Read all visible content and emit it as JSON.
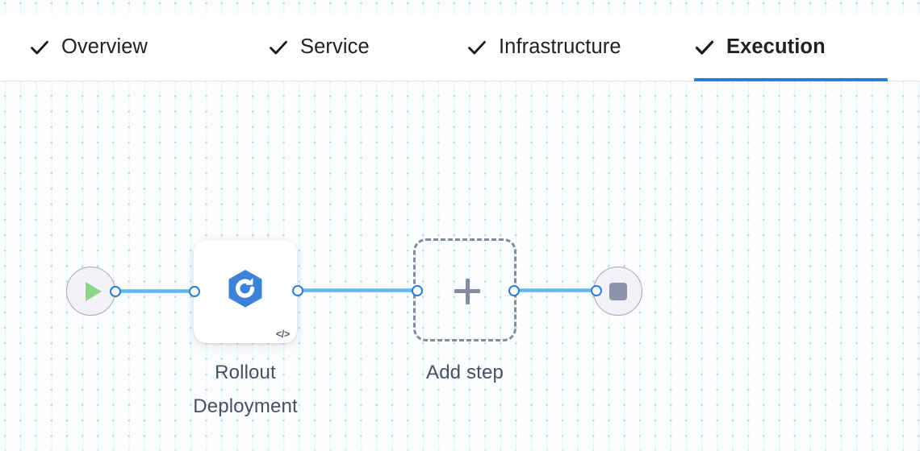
{
  "header": {
    "tabs": [
      {
        "id": "overview",
        "label": "Overview",
        "icon": "check-icon",
        "completed": true,
        "active": false
      },
      {
        "id": "service",
        "label": "Service",
        "icon": "check-icon",
        "completed": true,
        "active": false
      },
      {
        "id": "infrastructure",
        "label": "Infrastructure",
        "icon": "check-icon",
        "completed": true,
        "active": false
      },
      {
        "id": "execution",
        "label": "Execution",
        "icon": "check-icon",
        "completed": true,
        "active": true
      }
    ],
    "active_tab": "Execution",
    "active_underline_color": "#2b7cd3"
  },
  "canvas": {
    "background_color": "#fbfdff",
    "grid": "dotted",
    "nodes": [
      {
        "id": "start",
        "type": "start-node",
        "icon": "play-icon",
        "label": "",
        "icon_color": "#8fd48b",
        "fill_color": "#f3f2f8",
        "border_color": "#a9a6bd"
      },
      {
        "id": "rollout-deployment",
        "type": "step-node",
        "icon": "rollout-deployment-icon",
        "badge_icon": "code-icon",
        "badge_text": "</>",
        "label": "Rollout\nDeployment",
        "icon_color": "#3b82d8"
      },
      {
        "id": "add-step",
        "type": "add-node",
        "icon": "plus-icon",
        "label": "Add step",
        "border_color": "#878aa0"
      },
      {
        "id": "end",
        "type": "end-node",
        "icon": "stop-icon",
        "label": "",
        "icon_color": "#8e92ab",
        "fill_color": "#f3f2f8",
        "border_color": "#a9a6bd"
      }
    ],
    "edges": [
      {
        "id": "edge-start-rollout",
        "from": "start",
        "to": "rollout-deployment",
        "color": "#63b8f0"
      },
      {
        "id": "edge-rollout-add",
        "from": "rollout-deployment",
        "to": "add-step",
        "color": "#63b8f0"
      },
      {
        "id": "edge-add-end",
        "from": "add-step",
        "to": "end",
        "color": "#63b8f0"
      }
    ]
  }
}
